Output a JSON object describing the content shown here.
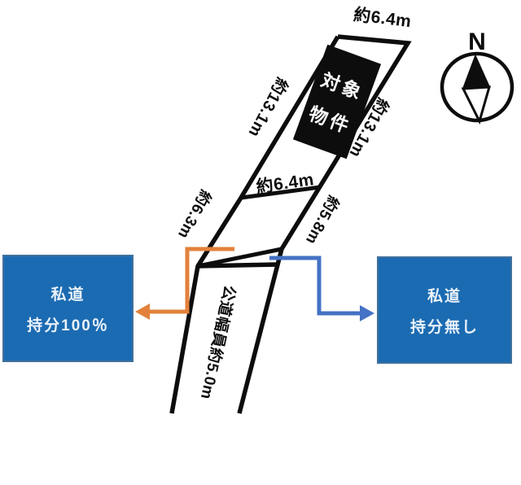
{
  "diagram": {
    "measurements": {
      "top_width": "約6.4m",
      "left_side": "約13.1m",
      "right_side": "約13.1m",
      "middle_width": "約6.4m",
      "lower_left_side": "約6.3m",
      "lower_right_side": "約5.8m",
      "public_road": "公道幅員約5.0m"
    },
    "subject_property": {
      "line1": "対象",
      "line2": "物件"
    },
    "compass_north": "N",
    "callouts": {
      "left": {
        "line1": "私道",
        "line2": "持分100％"
      },
      "right": {
        "line1": "私道",
        "line2": "持分無し"
      }
    },
    "colors": {
      "outline": "#0D0D0D",
      "callout_fill": "#1B6BB2",
      "callout_border": "#41719C",
      "callout_text": "#EAF2FA",
      "arrow_orange": "#E2813B",
      "arrow_blue": "#4472C4"
    }
  }
}
